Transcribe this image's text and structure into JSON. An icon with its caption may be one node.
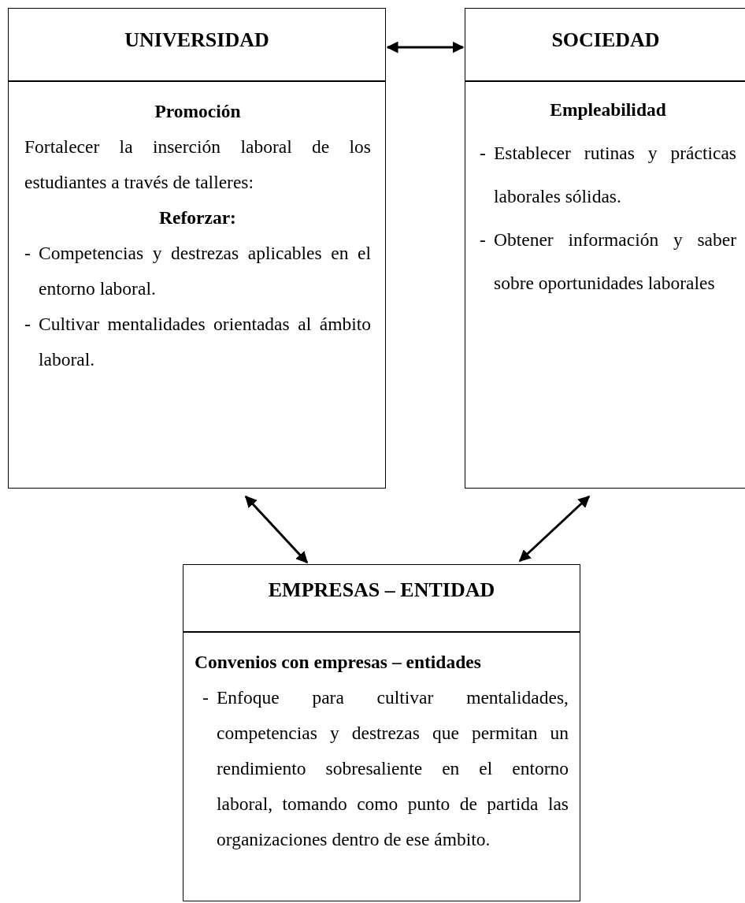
{
  "diagram": {
    "nodes": [
      {
        "text": [
          "UNIVERSIDAD"
        ]
      },
      {
        "text": [
          "Promoción",
          "Fortalecer la inserción laboral de los estudiantes a través de talleres:",
          "Reforzar:",
          "- Competencias y destrezas aplicables en el entorno laboral.",
          "- Cultivar mentalidades orientadas al ámbito laboral."
        ]
      },
      {
        "text": [
          "SOCIEDAD"
        ]
      },
      {
        "text": [
          "Empleabilidad",
          "- Establecer rutinas y prácticas laborales sólidas.",
          "- Obtener información y saber sobre oportunidades laborales"
        ]
      },
      {
        "text": [
          "EMPRESAS – ENTIDAD"
        ]
      },
      {
        "text": [
          "Convenios con empresas – entidades",
          "- Enfoque para cultivar mentalidades, competencias y destrezas que permitan un rendimiento sobresaliente en el entorno laboral, tomando como punto de partida las organizaciones dentro de ese ámbito."
        ]
      }
    ],
    "edges": [
      {
        "from": 0,
        "to": 2,
        "arrow": "both"
      },
      {
        "from": 1,
        "to": 4,
        "arrow": "both"
      },
      {
        "from": 3,
        "to": 4,
        "arrow": "both"
      }
    ]
  }
}
